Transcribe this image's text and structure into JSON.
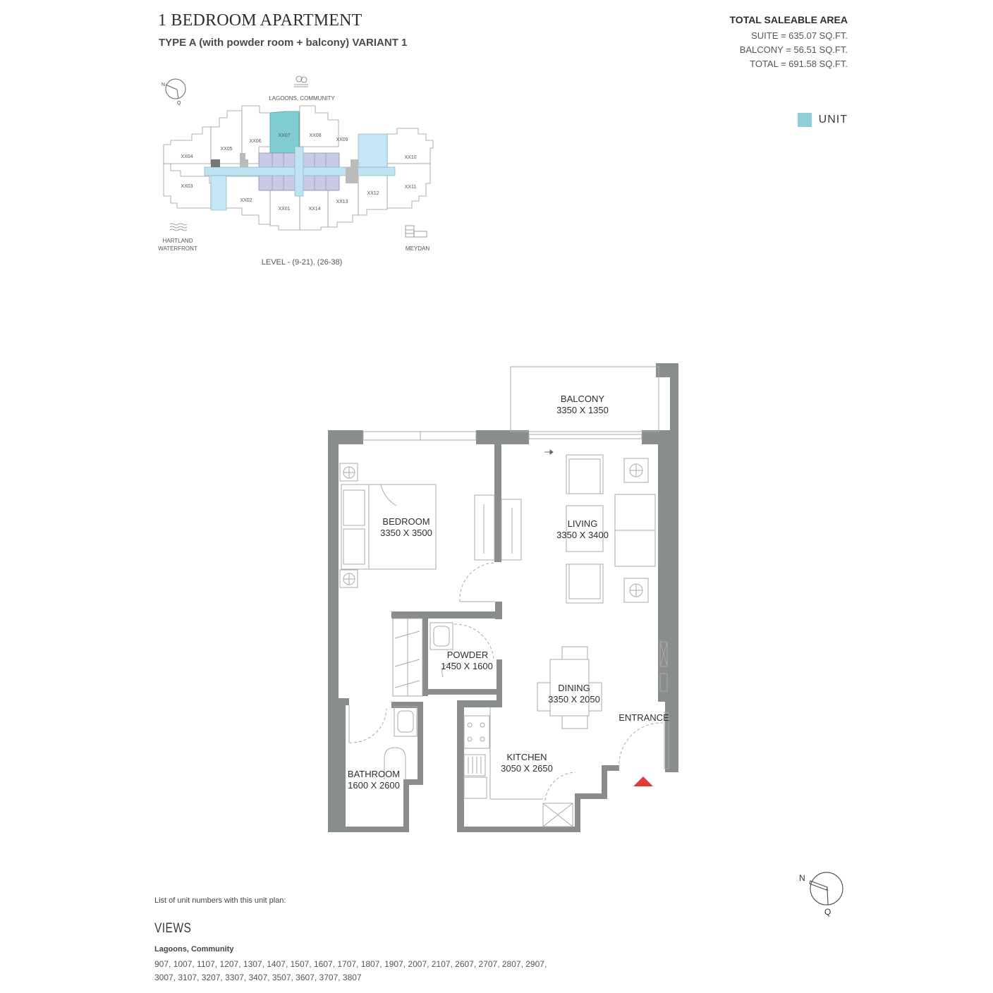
{
  "header": {
    "title": "1 BEDROOM APARTMENT",
    "subtitle": "TYPE A (with powder room + balcony) VARIANT 1"
  },
  "saleable_area": {
    "heading": "TOTAL SALEABLE AREA",
    "suite": "SUITE = 635.07 SQ.FT.",
    "balcony": "BALCONY = 56.51 SQ.FT.",
    "total": "TOTAL = 691.58 SQ.FT."
  },
  "legend": {
    "label": "UNIT",
    "color": "#8fd0d8"
  },
  "key_plan": {
    "top_view": "LAGOONS, COMMUNITY",
    "bottom_left_view_line1": "HARTLAND",
    "bottom_left_view_line2": "WATERFRONT",
    "bottom_right_view": "MEYDAN",
    "level": "LEVEL - (9-21), (26-38)",
    "compass_n": "N",
    "compass_q": "Q",
    "highlighted_unit": "XX07",
    "units": [
      "XX01",
      "XX02",
      "XX03",
      "XX04",
      "XX05",
      "XX06",
      "XX07",
      "XX08",
      "XX09",
      "XX10",
      "XX11",
      "XX12",
      "XX13",
      "XX14"
    ]
  },
  "floor_plan": {
    "rooms": [
      {
        "name": "BALCONY",
        "dims": "3350 X 1350"
      },
      {
        "name": "BEDROOM",
        "dims": "3350 X 3500"
      },
      {
        "name": "LIVING",
        "dims": "3350 X 3400"
      },
      {
        "name": "POWDER",
        "dims": "1450 X 1600"
      },
      {
        "name": "DINING",
        "dims": "3350 X 2050"
      },
      {
        "name": "KITCHEN",
        "dims": "3050 X 2650"
      },
      {
        "name": "BATHROOM",
        "dims": "1600 X 2600"
      }
    ],
    "entrance_label": "ENTRANCE",
    "entrance_marker_color": "#e03a3a",
    "wall_color": "#8a8d8e"
  },
  "compass": {
    "n": "N",
    "q": "Q"
  },
  "units_list": {
    "caption": "List of unit numbers with this unit plan:",
    "views_title": "VIEWS",
    "view_name": "Lagoons, Community",
    "numbers": "907, 1007, 1107, 1207, 1307, 1407, 1507, 1607, 1707, 1807, 1907, 2007, 2107, 2607, 2707, 2807, 2907, 3007, 3107, 3207, 3307, 3407, 3507, 3607, 3707, 3807"
  }
}
